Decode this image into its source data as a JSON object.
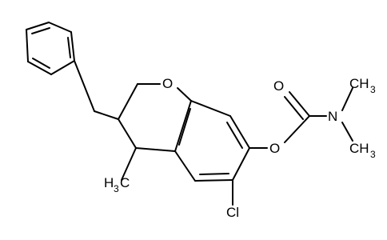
{
  "molecule": {
    "atoms": {
      "ring_oxygen": "O",
      "carbonyl_oxygen": "O",
      "ester_oxygen": "O",
      "amide_nitrogen": "N",
      "n_methyl_top": "CH",
      "n_methyl_top_sub": "3",
      "n_methyl_bottom": "CH",
      "n_methyl_bottom_sub": "3",
      "c_methyl_prefix": "H",
      "c_methyl_sub": "3",
      "c_methyl_suffix": "C",
      "chlorine": "Cl"
    },
    "colors": {
      "bond": "#000000",
      "label": "#000000",
      "background": "#ffffff"
    }
  }
}
